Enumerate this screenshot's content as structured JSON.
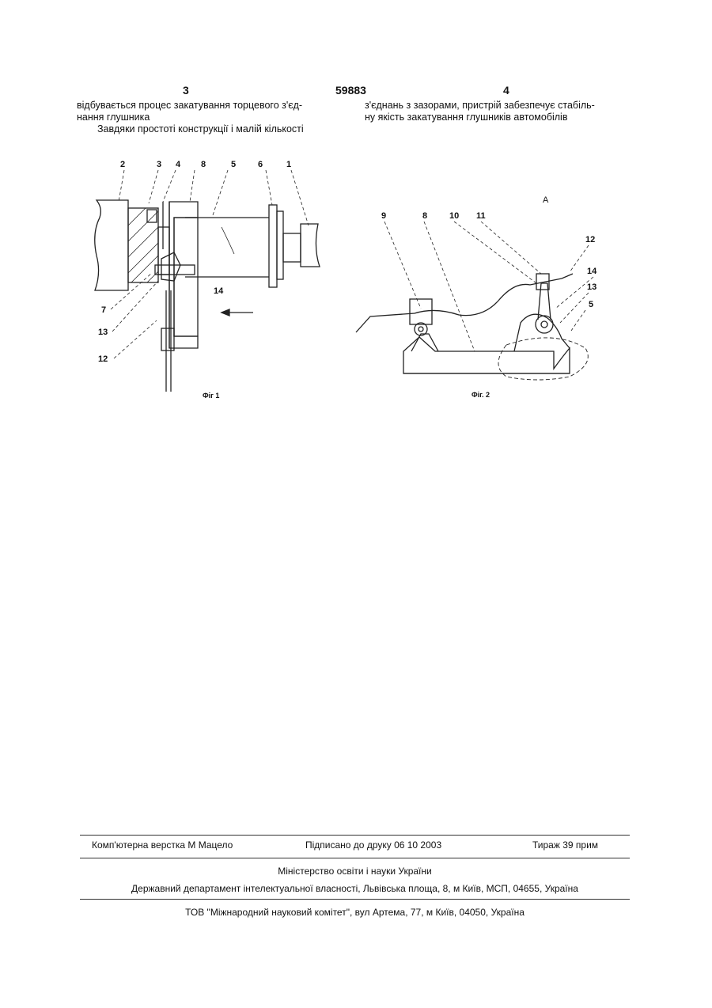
{
  "header": {
    "left_page": "3",
    "patent_number": "59883",
    "right_page": "4"
  },
  "col_left": {
    "line1": "відбувається процес закатування торцевого з'єд-",
    "line2": "нання глушника",
    "line3": "Завдяки простоті конструкції і малій кількості"
  },
  "col_right": {
    "line1": "з'єднань з зазорами, пристрій забезпечує стабіль-",
    "line2": "ну якість закатування глушників автомобілів"
  },
  "fig1": {
    "caption": "Фіг 1",
    "labels": {
      "l2": "2",
      "l3": "3",
      "l4": "4",
      "l8": "8",
      "l5": "5",
      "l6": "6",
      "l1": "1",
      "l7": "7",
      "l13": "13",
      "l12": "12",
      "l14": "14"
    }
  },
  "fig2": {
    "caption": "Фіг. 2",
    "labels": {
      "lA": "A",
      "l9": "9",
      "l8": "8",
      "l10": "10",
      "l11": "11",
      "l12": "12",
      "l14": "14",
      "l13": "13",
      "l5": "5"
    }
  },
  "imprint": {
    "typesetting": "Комп'ютерна верстка М Мацело",
    "signed": "Підписано до друку 06 10 2003",
    "circulation": "Тираж 39 прим",
    "ministry": "Міністерство освіти і науки України",
    "department": "Державний департамент інтелектуальної власності, Львівська площа, 8, м  Київ, МСП, 04655, Україна",
    "publisher": "ТОВ \"Міжнародний науковий комітет\", вул  Артема, 77, м  Київ, 04050, Україна"
  }
}
